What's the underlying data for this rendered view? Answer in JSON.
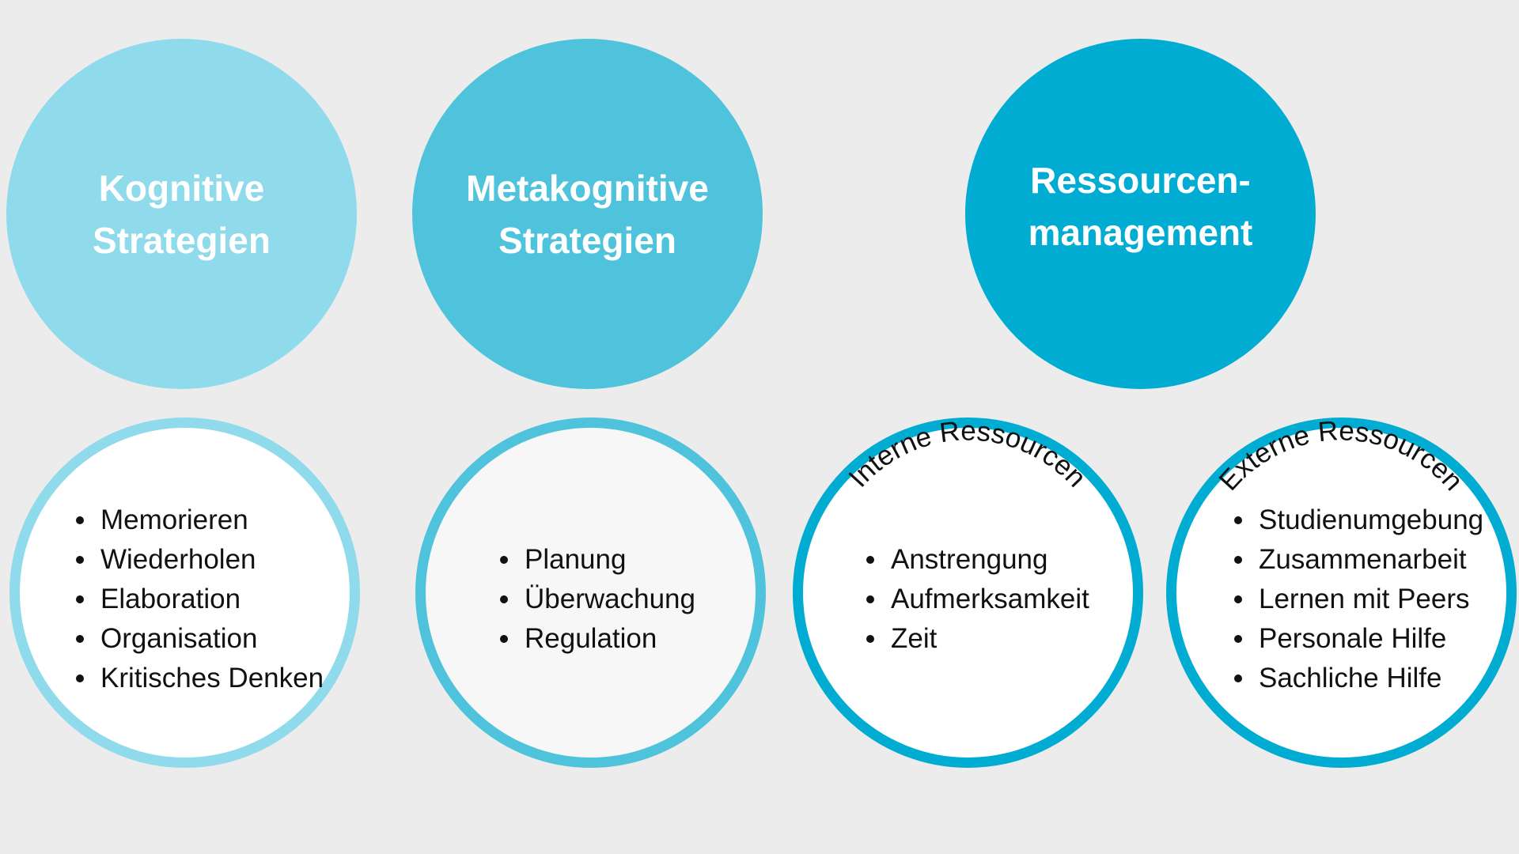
{
  "colors": {
    "background": "#ececec",
    "light": "#8fdaeb",
    "medium": "#4fc3dc",
    "dark": "#00acd2"
  },
  "top_circles": [
    {
      "title": "Kognitive\nStrategien"
    },
    {
      "title": "Metakognitive\nStrategien"
    },
    {
      "title": "Ressourcen-\nmanagement"
    }
  ],
  "bottom_circles": [
    {
      "items": [
        "Memorieren",
        "Wiederholen",
        "Elaboration",
        "Organisation",
        "Kritisches Denken"
      ]
    },
    {
      "items": [
        "Planung",
        "Überwachung",
        "Regulation"
      ]
    },
    {
      "arc_label": "Interne Ressourcen",
      "items": [
        "Anstrengung",
        "Aufmerksamkeit",
        "Zeit"
      ]
    },
    {
      "arc_label": "Externe Ressourcen",
      "items": [
        "Studienumgebung",
        "Zusammenarbeit",
        "Lernen mit Peers",
        "Personale Hilfe",
        "Sachliche Hilfe"
      ]
    }
  ]
}
